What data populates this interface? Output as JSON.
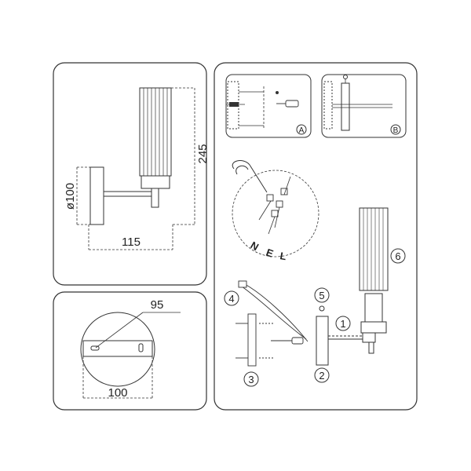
{
  "panel_side": {
    "dim_height": "245",
    "dim_diameter": "ø100",
    "dim_depth": "115"
  },
  "panel_plate": {
    "dim_hole_spacing": "95",
    "dim_width": "100"
  },
  "panel_install": {
    "inset_a_label": "A",
    "inset_b_label": "B",
    "wire_letters": [
      "N",
      "E",
      "L"
    ],
    "steps": [
      "1",
      "2",
      "3",
      "4",
      "5",
      "6"
    ]
  }
}
